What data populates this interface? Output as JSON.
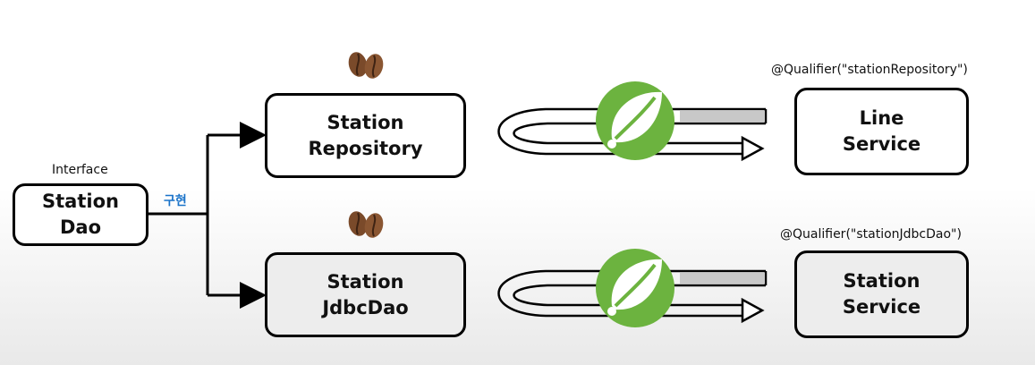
{
  "interface_label": "Interface",
  "implements_label": "구현",
  "boxes": {
    "station_dao": {
      "line1": "Station",
      "line2": "Dao"
    },
    "station_repository": {
      "line1": "Station",
      "line2": "Repository"
    },
    "station_jdbc_dao": {
      "line1": "Station",
      "line2": "JdbcDao"
    },
    "line_service": {
      "line1": "Line",
      "line2": "Service"
    },
    "station_service": {
      "line1": "Station",
      "line2": "Service"
    }
  },
  "qualifiers": {
    "top": "@Qualifier(\"stationRepository\")",
    "bottom": "@Qualifier(\"stationJdbcDao\")"
  },
  "icons": [
    "coffee-bean-icon",
    "spring-leaf-icon"
  ],
  "colors": {
    "implements_text": "#1a73c9",
    "spring_green": "#6cb33f",
    "bean_brown": "#7a4a2a"
  }
}
